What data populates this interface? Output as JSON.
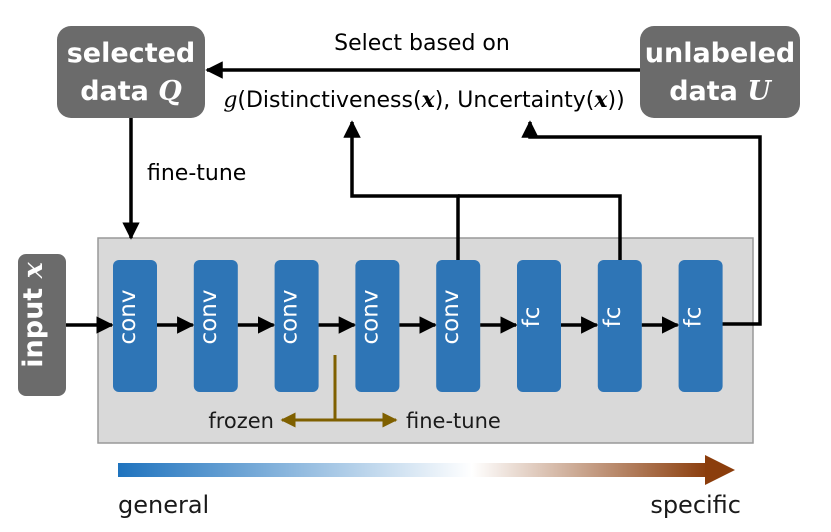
{
  "selected_box": {
    "line1": "selected",
    "line2_text": "data ",
    "line2_var": "Q"
  },
  "unlabeled_box": {
    "line1": "unlabeled",
    "line2_text": "data ",
    "line2_var": "U"
  },
  "select_caption": "Select based on",
  "criterion": {
    "func": "g",
    "part1": "(Distinctiveness(",
    "var1": "x",
    "part2": "), Uncertainty(",
    "var2": "x",
    "part3": "))"
  },
  "finetune_label": "fine-tune",
  "input_box": {
    "text": "input ",
    "var": "x"
  },
  "layers": [
    {
      "label": "conv"
    },
    {
      "label": "conv"
    },
    {
      "label": "conv"
    },
    {
      "label": "conv"
    },
    {
      "label": "conv"
    },
    {
      "label": "fc"
    },
    {
      "label": "fc"
    },
    {
      "label": "fc"
    }
  ],
  "frozen_label": "frozen",
  "finetune_split_label": "fine-tune",
  "gradient": {
    "left_label": "general",
    "right_label": "specific",
    "start_color": "#1f73be",
    "mid_color": "#ffffff",
    "end_color": "#8b3d0c"
  },
  "colors": {
    "box_gray": "#6b6b6b",
    "layer_blue": "#2e75b6",
    "panel_gray": "#d9d9d9",
    "split_brown": "#7f6000"
  }
}
